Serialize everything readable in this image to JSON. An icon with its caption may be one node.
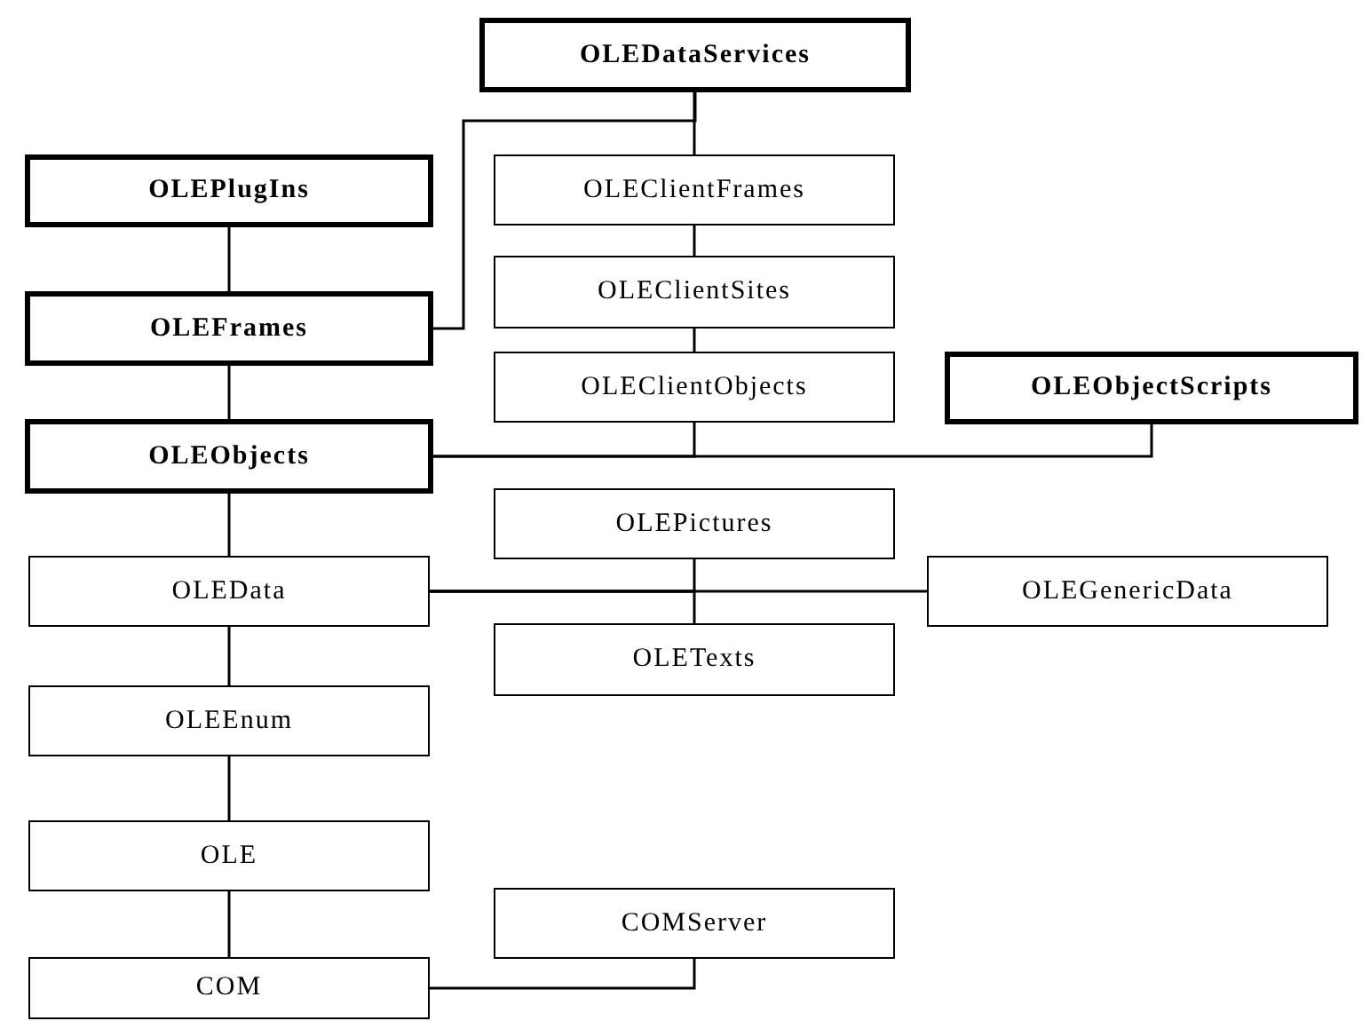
{
  "diagram": {
    "nodes": [
      {
        "text": [
          "OLEDataServices"
        ]
      },
      {
        "text": [
          "OLEPlugIns"
        ]
      },
      {
        "text": [
          "OLEClientFrames"
        ]
      },
      {
        "text": [
          "OLEClientSites"
        ]
      },
      {
        "text": [
          "OLEFrames"
        ]
      },
      {
        "text": [
          "OLEClientObjects"
        ]
      },
      {
        "text": [
          "OLEObjectScripts"
        ]
      },
      {
        "text": [
          "OLEObjects"
        ]
      },
      {
        "text": [
          "OLEPictures"
        ]
      },
      {
        "text": [
          "OLEData"
        ]
      },
      {
        "text": [
          "OLEGenericData"
        ]
      },
      {
        "text": [
          "OLETexts"
        ]
      },
      {
        "text": [
          "OLEEnum"
        ]
      },
      {
        "text": [
          "OLE"
        ]
      },
      {
        "text": [
          "COMServer"
        ]
      },
      {
        "text": [
          "COM"
        ]
      }
    ],
    "edges": [
      {
        "from": 2,
        "to": 0,
        "arrow": "none"
      },
      {
        "from": 4,
        "to": 0,
        "arrow": "none"
      },
      {
        "from": 1,
        "to": 4,
        "arrow": "none"
      },
      {
        "from": 3,
        "to": 2,
        "arrow": "none"
      },
      {
        "from": 5,
        "to": 3,
        "arrow": "none"
      },
      {
        "from": 7,
        "to": 4,
        "arrow": "none"
      },
      {
        "from": 5,
        "to": 7,
        "arrow": "none"
      },
      {
        "from": 6,
        "to": 7,
        "arrow": "none"
      },
      {
        "from": 9,
        "to": 7,
        "arrow": "none"
      },
      {
        "from": 8,
        "to": 9,
        "arrow": "none"
      },
      {
        "from": 10,
        "to": 9,
        "arrow": "none"
      },
      {
        "from": 11,
        "to": 9,
        "arrow": "none"
      },
      {
        "from": 12,
        "to": 9,
        "arrow": "none"
      },
      {
        "from": 13,
        "to": 12,
        "arrow": "none"
      },
      {
        "from": 15,
        "to": 13,
        "arrow": "none"
      },
      {
        "from": 14,
        "to": 15,
        "arrow": "none"
      }
    ]
  }
}
